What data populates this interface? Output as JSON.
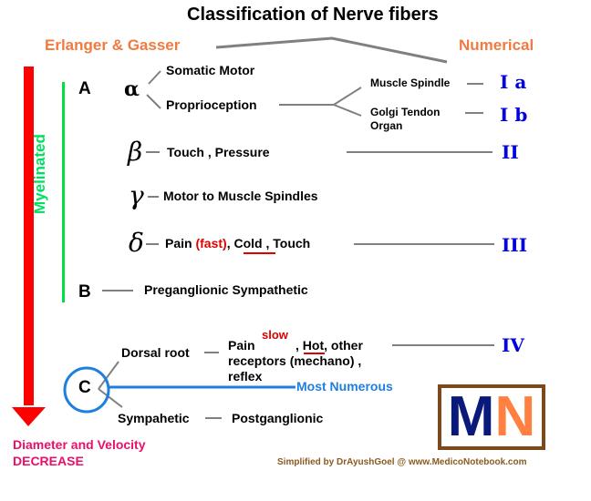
{
  "title": "Classification of Nerve fibers",
  "left_heading": "Erlanger & Gasser",
  "right_heading": "Numerical",
  "colors": {
    "heading_orange": "#f07a40",
    "arrow_red": "#ff0000",
    "myelin_green": "#00e060",
    "numeral_blue": "#0000e0",
    "c_blue": "#1e7fe0",
    "decrease_pink": "#e8106a",
    "logo_border": "#7a4a1e",
    "logo_m": "#0a1a7a",
    "logo_n": "#ff8040",
    "credit_brown": "#8a5a20"
  },
  "myelinated_label": "Myelinated",
  "group_a": {
    "label": "A",
    "alpha": {
      "symbol": "α",
      "branches": [
        "Somatic Motor",
        "Proprioception"
      ],
      "sub": [
        {
          "label": "Muscle Spindle",
          "numeral": "I a"
        },
        {
          "label": "Golgi Tendon Organ",
          "label_line1": "Golgi Tendon",
          "label_line2": "Organ",
          "numeral": "I b"
        }
      ]
    },
    "beta": {
      "symbol": "β",
      "text": "Touch , Pressure",
      "numeral": "II"
    },
    "gamma": {
      "symbol": "γ",
      "text": "Motor to Muscle Spindles"
    },
    "delta": {
      "symbol": "δ",
      "pain": "Pain",
      "fast": "(fast)",
      "comma": ",",
      "cold": "Cold",
      "rest": ", Touch",
      "numeral": "III"
    }
  },
  "group_b": {
    "label": "B",
    "text": "Preganglionic Sympathetic"
  },
  "group_c": {
    "label": "C",
    "dorsal_root": "Dorsal root",
    "pain": "Pain",
    "slow": "slow",
    "hot_prefix": ",",
    "hot": "Hot",
    "other": ", other",
    "line2": "receptors (mechano) ,",
    "line3": "reflex",
    "numeral": "IV",
    "most_numerous": "Most Numerous",
    "sympathetic": "Sympahetic",
    "postganglionic": "Postganglionic"
  },
  "decrease_label": {
    "line1": "Diameter and Velocity",
    "line2": "DECREASE"
  },
  "logo": {
    "m": "M",
    "n": "N"
  },
  "credit": "Simplified by DrAyushGoel @ www.MedicoNotebook.com"
}
